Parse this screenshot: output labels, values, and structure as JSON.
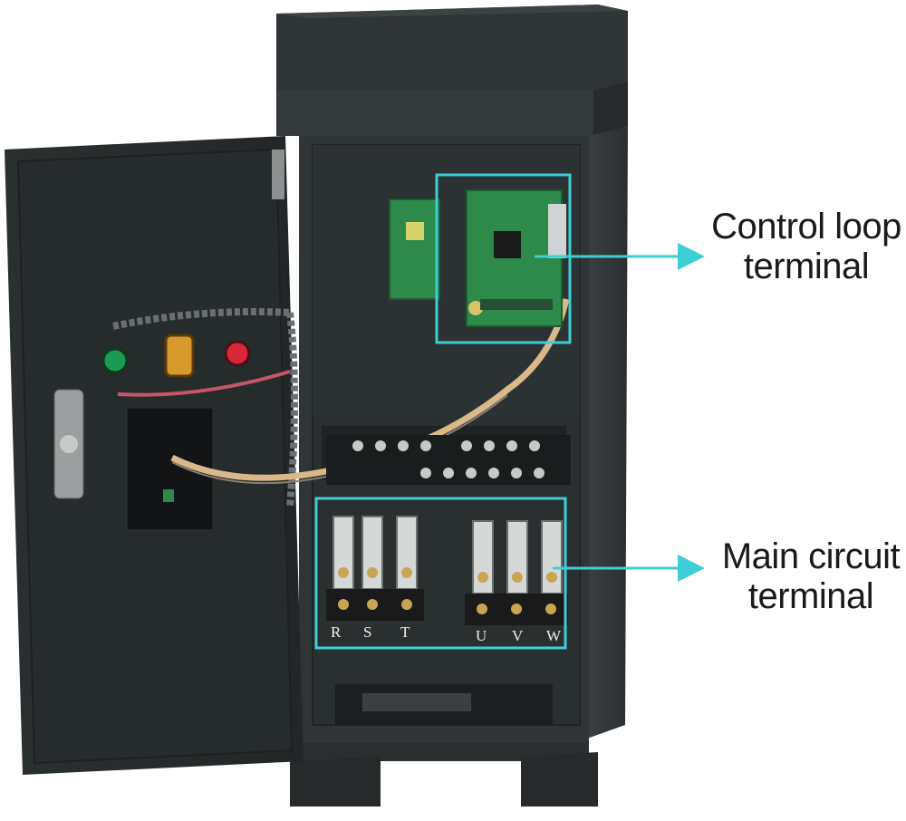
{
  "annotations": {
    "control_loop": {
      "line1": "Control loop",
      "line2": "terminal"
    },
    "main_circuit": {
      "line1": "Main circuit",
      "line2": "terminal"
    }
  },
  "terminal_letters": [
    "R",
    "S",
    "T",
    "U",
    "V",
    "W"
  ],
  "colors": {
    "highlight": "#3ccfd6",
    "cabinet": "#2f3436",
    "door": "#272c2d",
    "pcb": "#2e8a4a"
  }
}
